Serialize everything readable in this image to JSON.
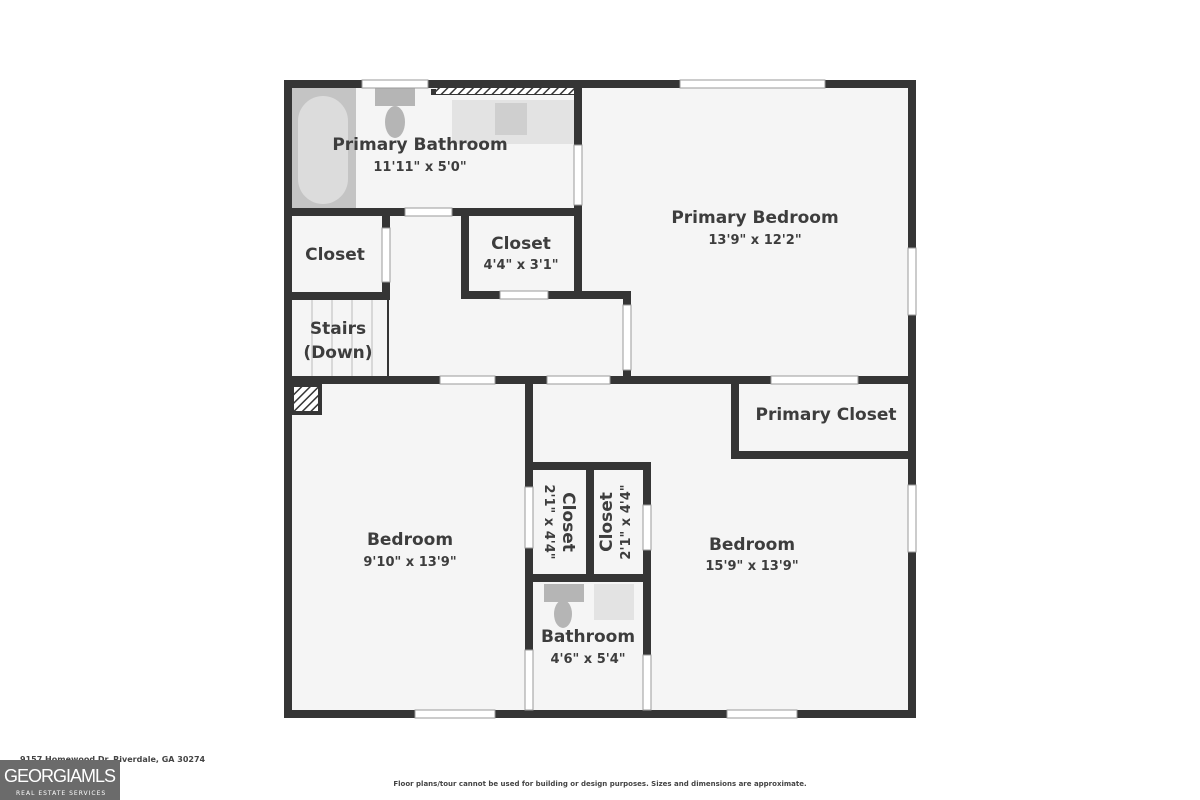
{
  "rooms": {
    "primary_bathroom": {
      "name": "Primary Bathroom",
      "dims": "11'11\" x 5'0\""
    },
    "closet_a": {
      "name": "Closet"
    },
    "closet_b": {
      "name": "Closet",
      "dims": "4'4\" x 3'1\""
    },
    "stairs": {
      "name_line1": "Stairs",
      "name_line2": "(Down)"
    },
    "primary_bedroom": {
      "name": "Primary Bedroom",
      "dims": "13'9\" x 12'2\""
    },
    "primary_closet": {
      "name": "Primary Closet"
    },
    "bedroom_left": {
      "name": "Bedroom",
      "dims": "9'10\" x 13'9\""
    },
    "closet_c": {
      "name": "Closet",
      "dims": "2'1\" x 4'4\""
    },
    "closet_d": {
      "name": "Closet",
      "dims": "2'1\" x 4'4\""
    },
    "bathroom": {
      "name": "Bathroom",
      "dims": "4'6\" x 5'4\""
    },
    "bedroom_right": {
      "name": "Bedroom",
      "dims": "15'9\" x 13'9\""
    }
  },
  "footer": {
    "address": "9157 Homewood Dr, Riverdale, GA 30274",
    "disclaimer": "Floor plans/tour cannot be used for building or design purposes. Sizes and dimensions are approximate.",
    "logo_text": "GEORGIAMLS",
    "logo_subtext": "REAL ESTATE SERVICES"
  }
}
